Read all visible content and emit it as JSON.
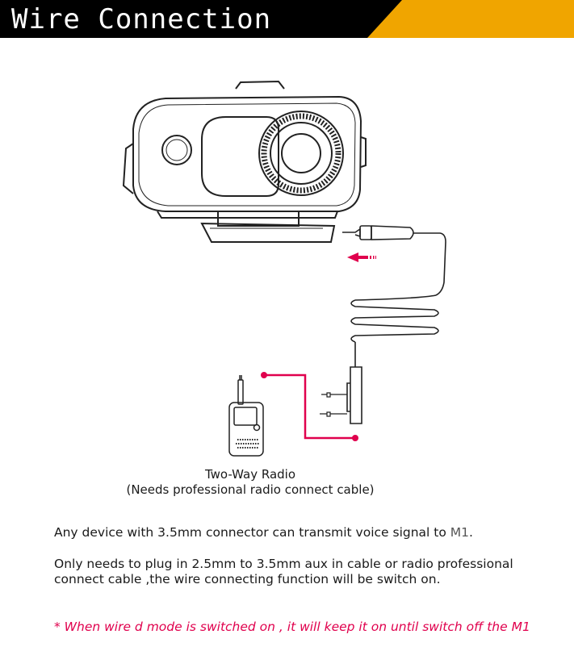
{
  "header": {
    "title": "Wire Connection",
    "bg_color": "#000000",
    "accent_color": "#f0a500"
  },
  "diagram": {
    "radio_label": "Two-Way Radio",
    "radio_sublabel": "(Needs professional radio connect cable)",
    "cable_color": "#e0004d"
  },
  "body": {
    "p1_text": "Any device with 3.5mm connector can transmit voice signal to ",
    "p1_model": "M1",
    "p1_end": ".",
    "p2_text": "Only needs to plug in 2.5mm to 3.5mm aux in cable or radio professional connect cable ,the wire connecting function will be switch on.",
    "note": "* When wire d mode is switched on , it will keep it on until switch off the M1"
  }
}
